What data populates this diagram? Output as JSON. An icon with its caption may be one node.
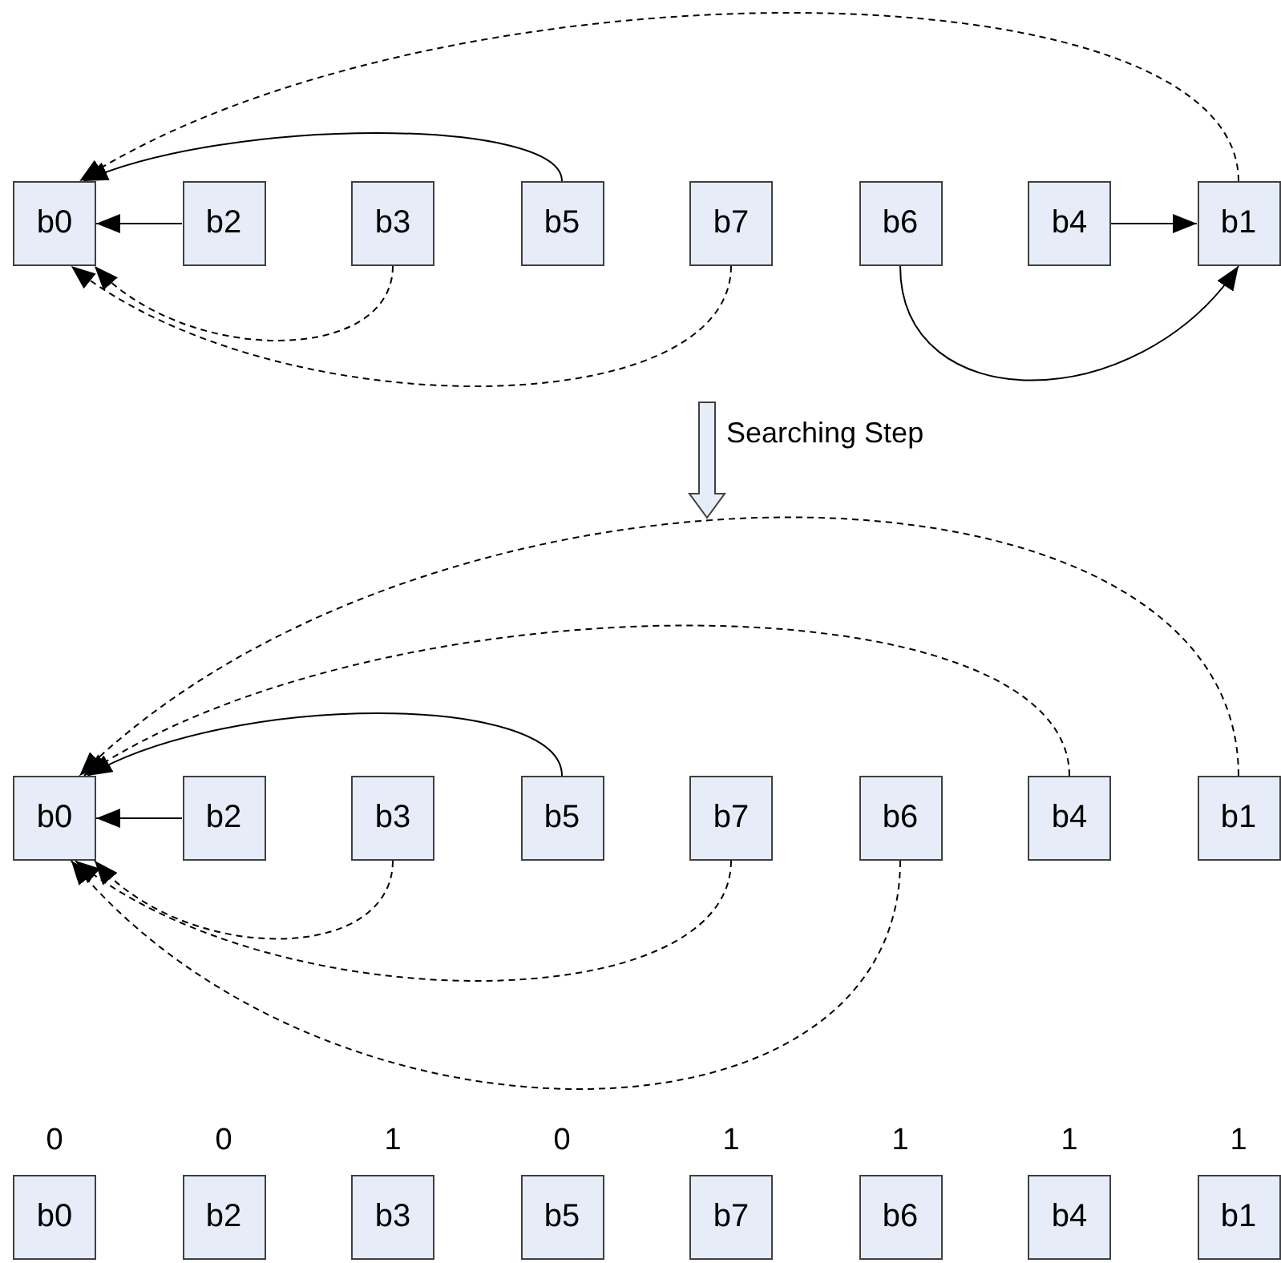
{
  "diagram": {
    "nodes": [
      {
        "text": [
          "b0"
        ]
      },
      {
        "text": [
          "b2"
        ]
      },
      {
        "text": [
          "b3"
        ]
      },
      {
        "text": [
          "b5"
        ]
      },
      {
        "text": [
          "b7"
        ]
      },
      {
        "text": [
          "b6"
        ]
      },
      {
        "text": [
          "b4"
        ]
      },
      {
        "text": [
          "b1"
        ]
      },
      {
        "text": [
          "b0"
        ]
      },
      {
        "text": [
          "b2"
        ]
      },
      {
        "text": [
          "b3"
        ]
      },
      {
        "text": [
          "b5"
        ]
      },
      {
        "text": [
          "b7"
        ]
      },
      {
        "text": [
          "b6"
        ]
      },
      {
        "text": [
          "b4"
        ]
      },
      {
        "text": [
          "b1"
        ]
      },
      {
        "text": [
          "b0"
        ],
        "beside": [
          "0"
        ]
      },
      {
        "text": [
          "b2"
        ],
        "beside": [
          "0"
        ]
      },
      {
        "text": [
          "b3"
        ],
        "beside": [
          "1"
        ]
      },
      {
        "text": [
          "b5"
        ],
        "beside": [
          "0"
        ]
      },
      {
        "text": [
          "b7"
        ],
        "beside": [
          "1"
        ]
      },
      {
        "text": [
          "b6"
        ],
        "beside": [
          "1"
        ]
      },
      {
        "text": [
          "b4"
        ],
        "beside": [
          "1"
        ]
      },
      {
        "text": [
          "b1"
        ],
        "beside": [
          "1"
        ]
      }
    ],
    "edges": [
      {
        "from": 7,
        "to": 0,
        "arrow": "to",
        "style": "dashed"
      },
      {
        "from": 3,
        "to": 0,
        "arrow": "to"
      },
      {
        "from": 1,
        "to": 0,
        "arrow": "to"
      },
      {
        "from": 2,
        "to": 0,
        "arrow": "to",
        "style": "dashed"
      },
      {
        "from": 4,
        "to": 0,
        "arrow": "to",
        "style": "dashed"
      },
      {
        "from": 6,
        "to": 7,
        "arrow": "to"
      },
      {
        "from": 5,
        "to": 7,
        "arrow": "to"
      },
      {
        "from": 15,
        "to": 8,
        "arrow": "to",
        "style": "dashed"
      },
      {
        "from": 14,
        "to": 8,
        "arrow": "to",
        "style": "dashed"
      },
      {
        "from": 11,
        "to": 8,
        "arrow": "to"
      },
      {
        "from": 9,
        "to": 8,
        "arrow": "to"
      },
      {
        "from": 10,
        "to": 8,
        "arrow": "to",
        "style": "dashed"
      },
      {
        "from": 12,
        "to": 8,
        "arrow": "to",
        "style": "dashed"
      },
      {
        "from": 13,
        "to": 8,
        "arrow": "to",
        "style": "dashed"
      }
    ],
    "labels": [
      "Searching Step"
    ]
  }
}
